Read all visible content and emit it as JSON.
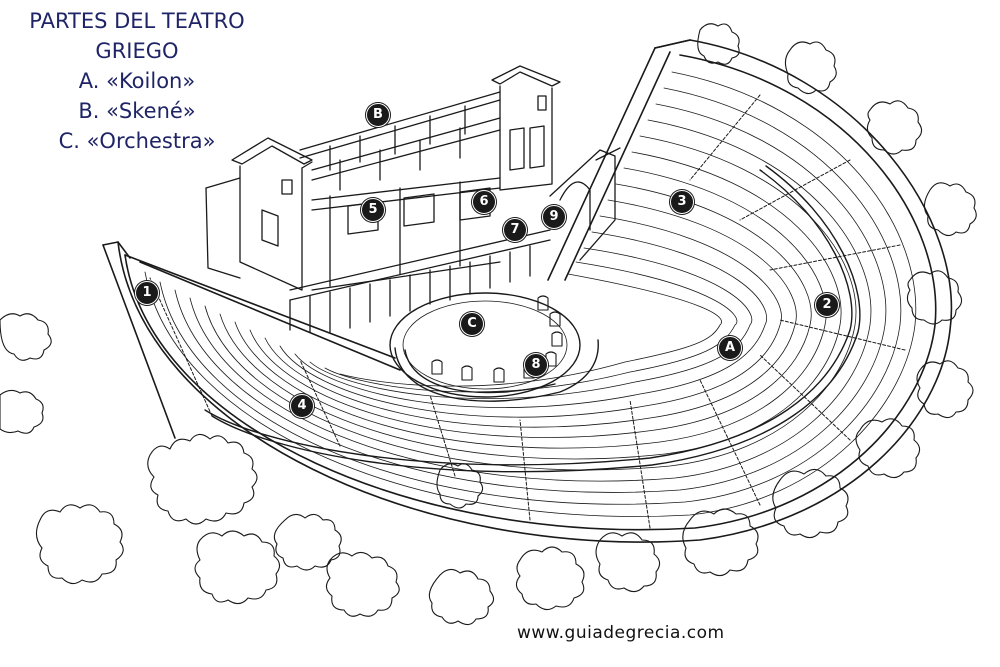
{
  "title": {
    "line1": "PARTES DEL TEATRO",
    "line2": "GRIEGO",
    "item_a": "A. «Koilon»",
    "item_b": "B. «Skené»",
    "item_c": "C. «Orchestra»"
  },
  "markers": {
    "m1": "1",
    "m2": "2",
    "m3": "3",
    "m4": "4",
    "m5": "5",
    "m6": "6",
    "m7": "7",
    "m8": "8",
    "m9": "9",
    "mA": "A",
    "mB": "B",
    "mC": "C"
  },
  "watermark": "www.guiadegrecia.com",
  "colors": {
    "title_text": "#1f2466",
    "line_art": "#1a1a1a",
    "background": "#ffffff"
  }
}
